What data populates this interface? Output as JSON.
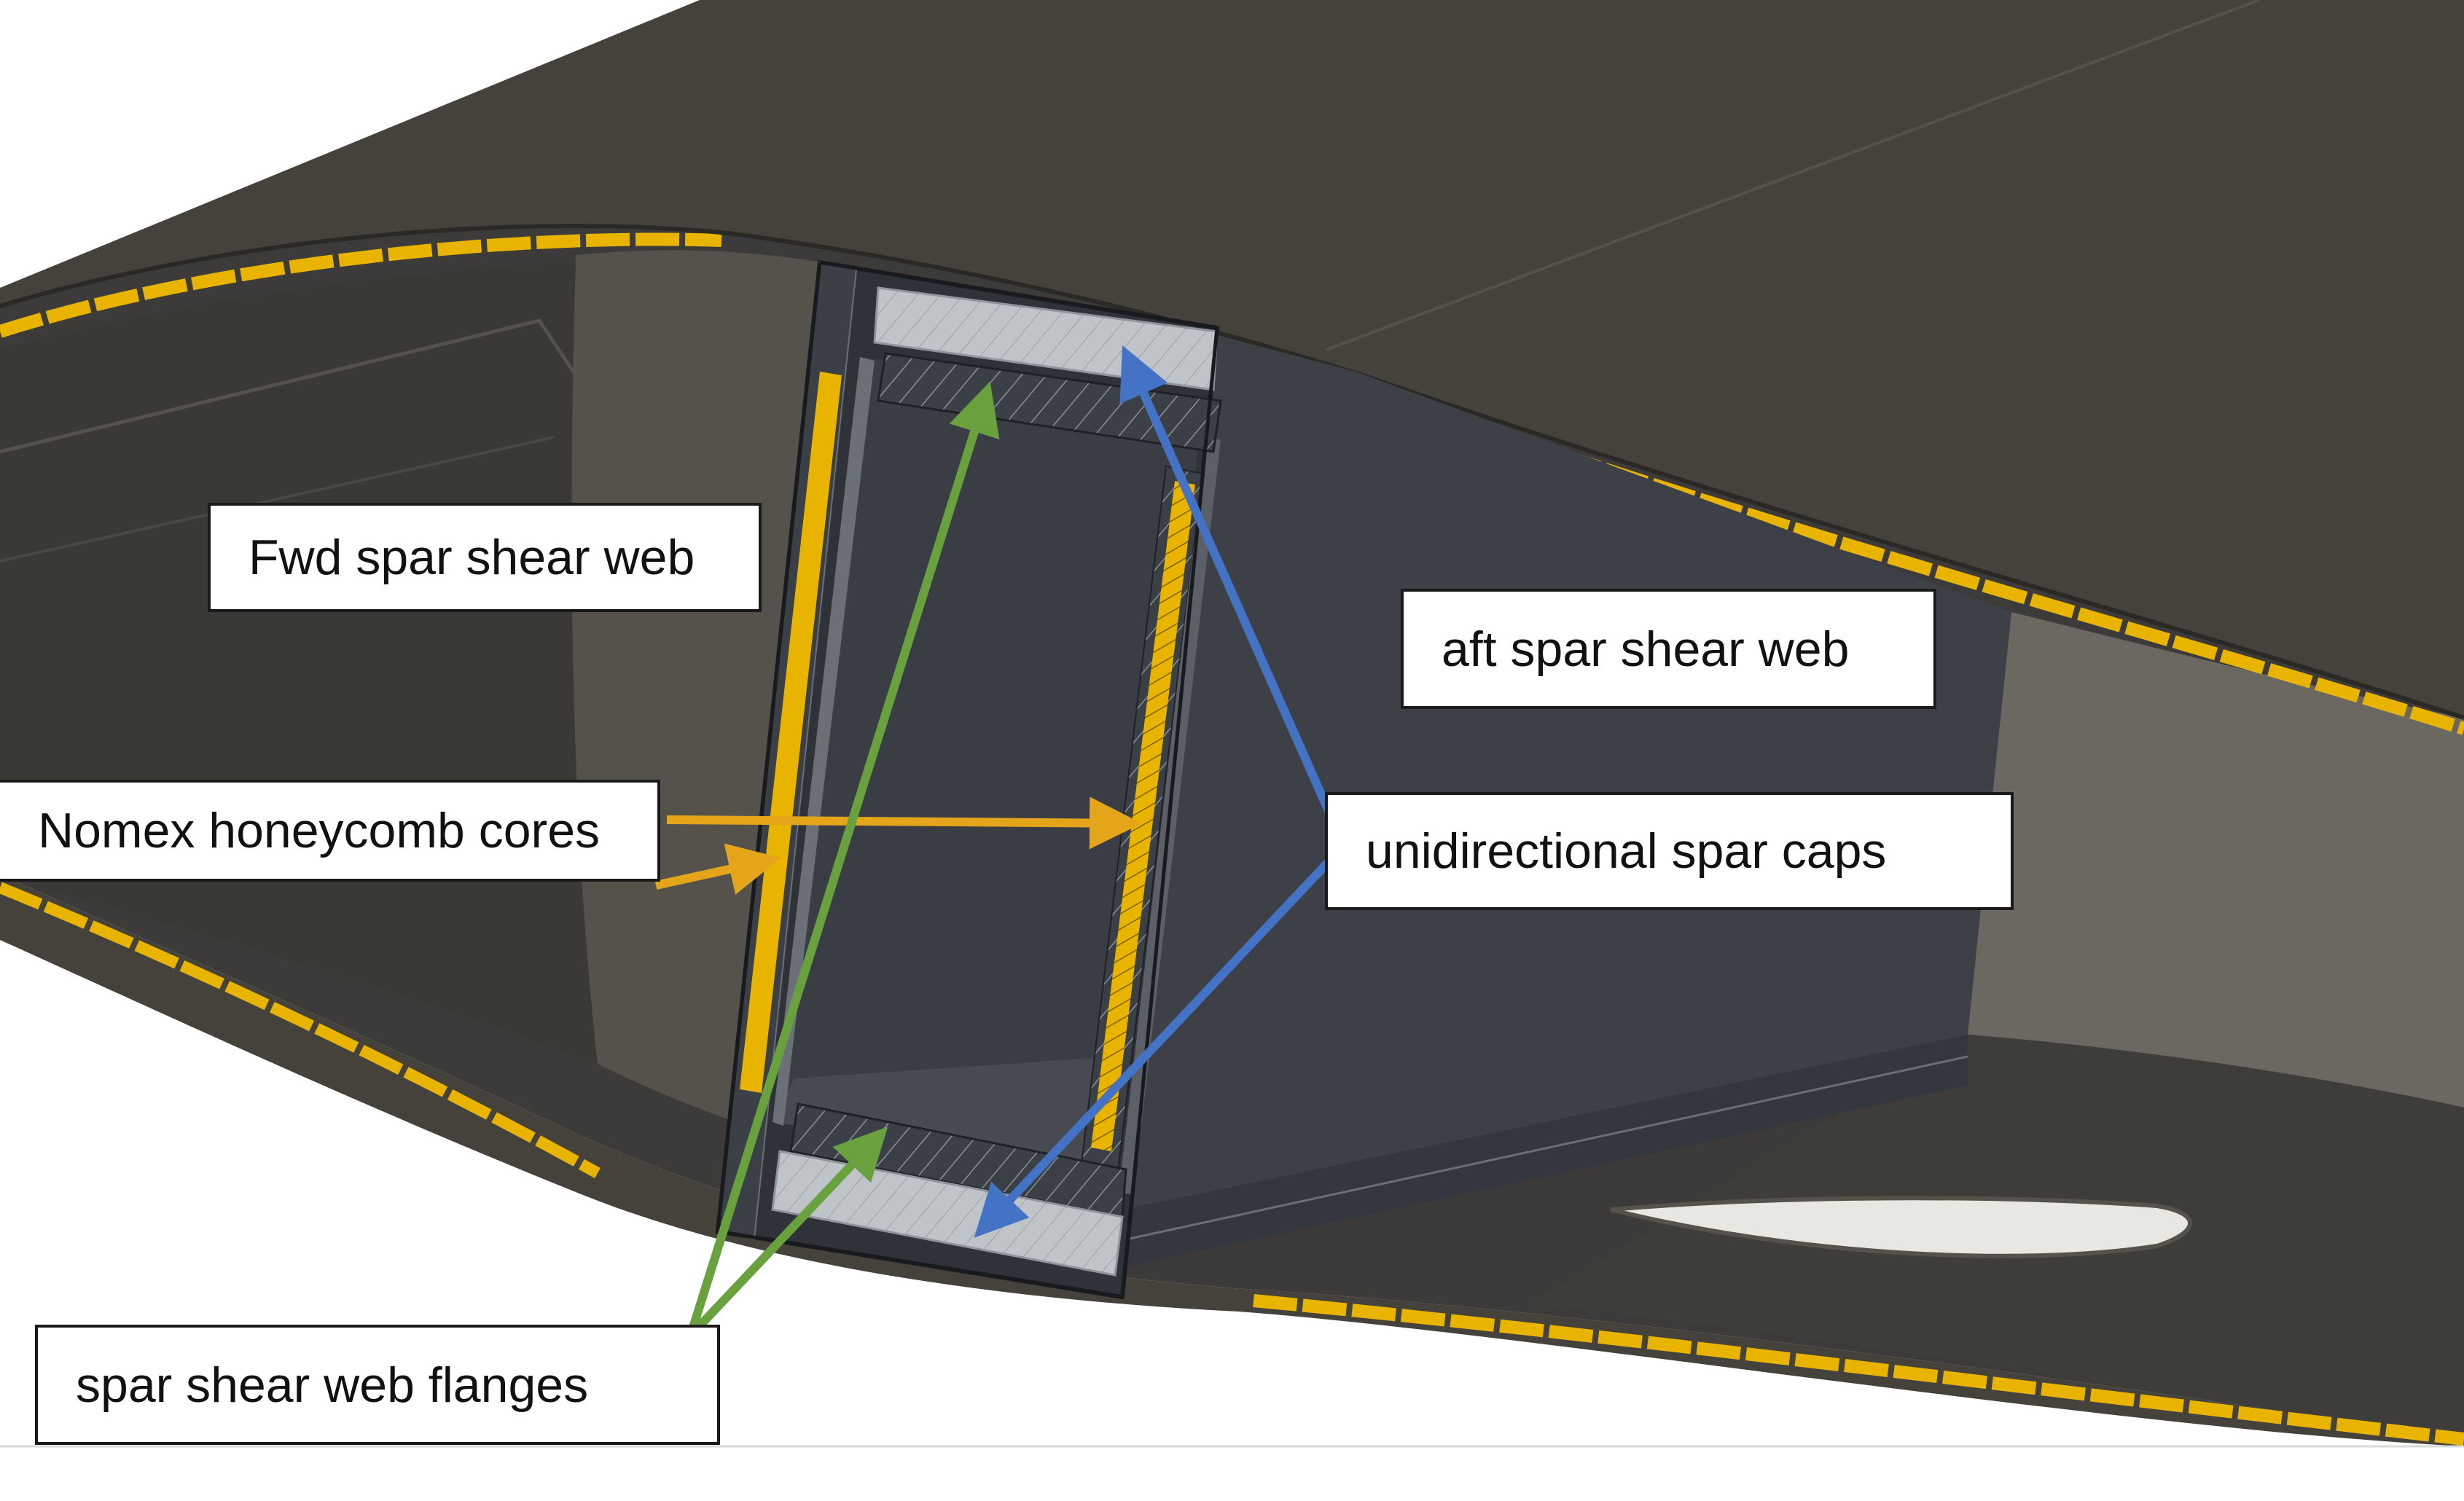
{
  "labels": {
    "fwd_spar_shear_web": "Fwd spar shear web",
    "aft_spar_shear_web": "aft spar shear web",
    "nomex_honeycomb_cores": "Nomex honeycomb cores",
    "unidirectional_spar_caps": "unidirectional spar caps",
    "spar_shear_web_flanges": "spar shear web flanges"
  },
  "colors": {
    "skin_outer": "#45423c",
    "cavity": "#3d3b39",
    "box_interior": "#3a3d44",
    "core_yellow": "#e9b400",
    "arrow_cores": "#e5a51b",
    "arrow_caps": "#4472c4",
    "arrow_flanges": "#6aa13f",
    "spar_cap_grey": "#b7bcc1"
  }
}
